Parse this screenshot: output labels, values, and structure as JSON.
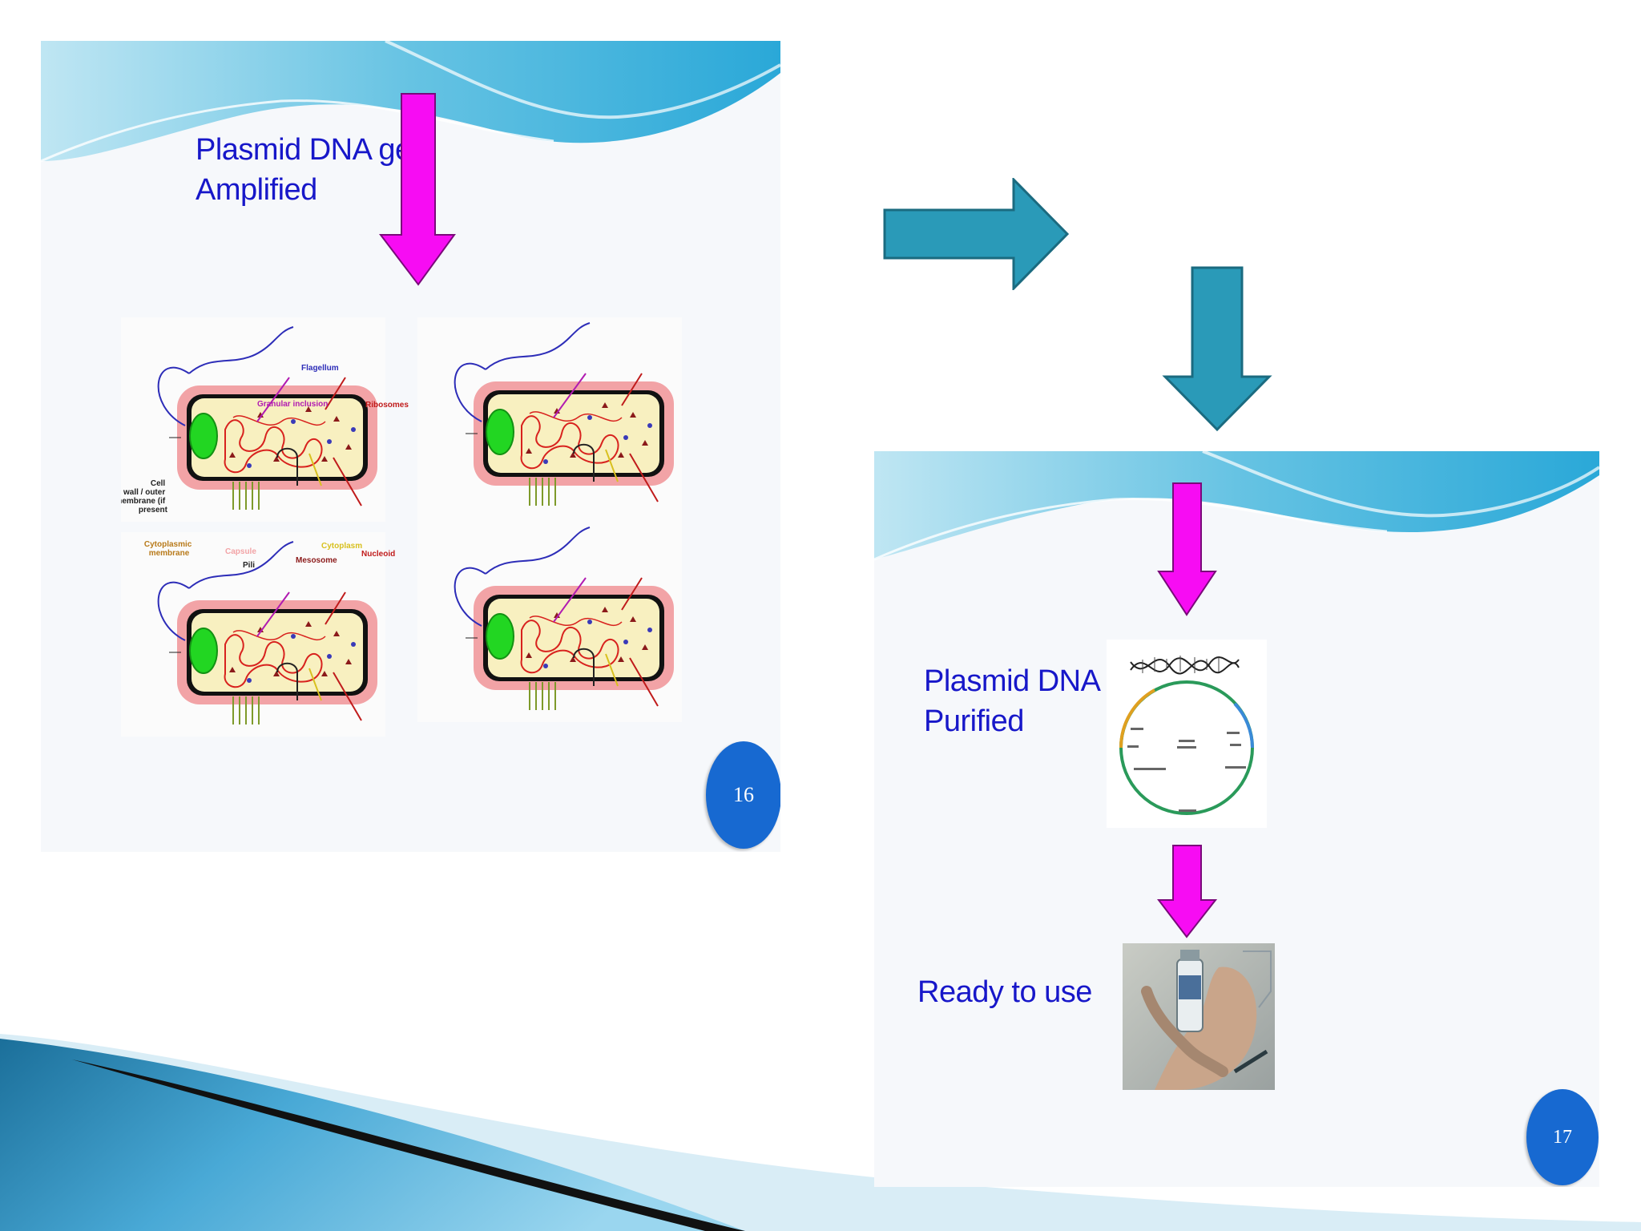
{
  "slides": [
    {
      "page_number": "16",
      "caption": [
        "Plasmid DNA get",
        "Amplified"
      ],
      "bacteria_labels": {
        "flagellum": "Flagellum",
        "granular_inclusion": "Granular inclusion",
        "ribosomes": "Ribosomes",
        "cell_wall": [
          "Cell",
          "wall / outer",
          "membrane (if",
          "present"
        ],
        "cytoplasmic_membrane": [
          "Cytoplasmic",
          "membrane"
        ],
        "capsule": "Capsule",
        "pili": "Pili",
        "mesosome": "Mesosome",
        "cytoplasm": "Cytoplasm",
        "nucleoid": "Nucleoid"
      }
    },
    {
      "page_number": "17",
      "caption_purified": [
        "Plasmid DNA",
        "Purified"
      ],
      "caption_ready": "Ready to use"
    }
  ],
  "colors": {
    "magenta_arrow": "#f70cf3",
    "teal_arrow": "#2a9ab8",
    "badge": "#1769d1",
    "caption_text": "#1717c9"
  }
}
